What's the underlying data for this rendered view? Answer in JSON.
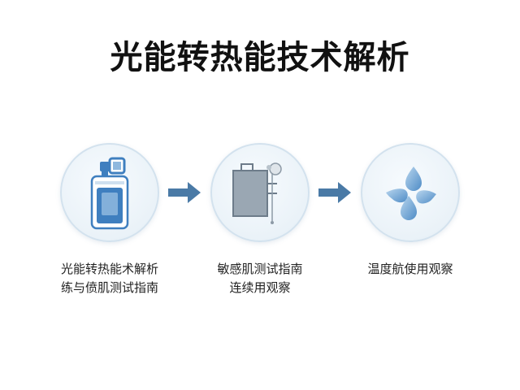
{
  "title": "光能转热能技术解析",
  "steps": [
    {
      "icon": "device-bottle-icon",
      "caption_lines": [
        "光能转热能术解析",
        "练与偾肌测试指南"
      ]
    },
    {
      "icon": "panel-stand-icon",
      "caption_lines": [
        "敏感肌测试指南",
        "连续用观察"
      ]
    },
    {
      "icon": "water-drops-icon",
      "caption_lines": [
        "温度航使用观察"
      ]
    }
  ],
  "colors": {
    "accent_blue": "#3f7fbf",
    "light_blue": "#8fb8de",
    "arrow": "#4a7aa6",
    "panel_gray": "#9aa7b3"
  }
}
